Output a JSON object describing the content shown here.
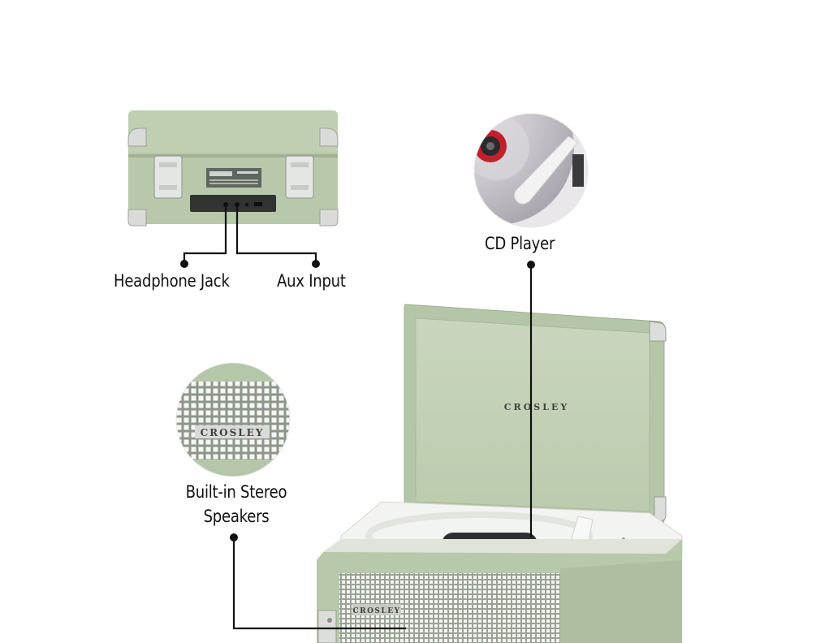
{
  "labels": {
    "headphone_jack": "Headphone Jack",
    "aux_input": "Aux Input",
    "cd_player": "CD Player",
    "speakers_line1": "Built-in Stereo",
    "speakers_line2": "Speakers"
  },
  "brand": {
    "logo_text": "CROSLEY"
  },
  "colors": {
    "case_green": "#b9c9ac",
    "case_green_dark": "#a3b596",
    "panel_white": "#f4f5f1",
    "callout_line": "#111111"
  }
}
